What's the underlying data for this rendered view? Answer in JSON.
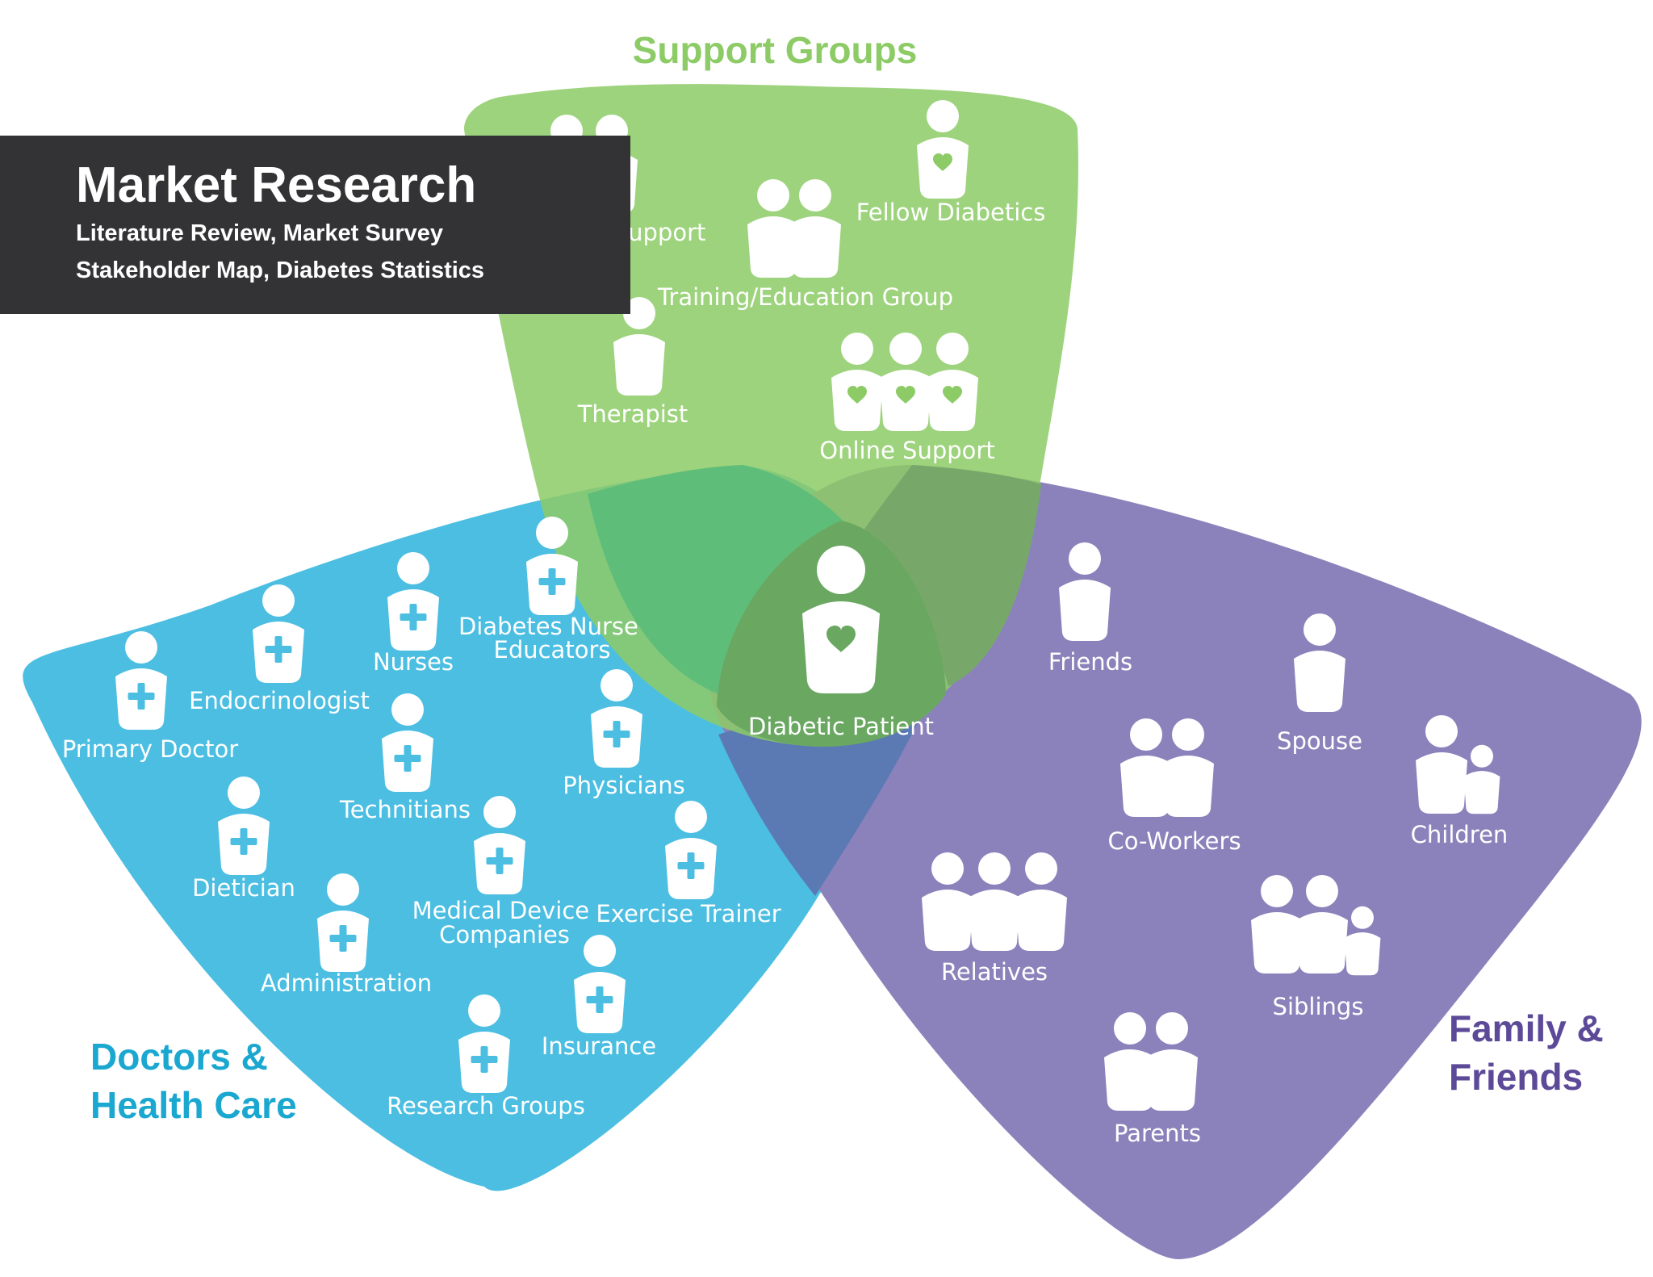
{
  "title": {
    "heading": "Market Research",
    "line1": "Literature Review, Market Survey",
    "line2": "Stakeholder Map, Diabetes Statistics"
  },
  "groups": {
    "support": "Support Groups",
    "doctors": [
      "Doctors &",
      "Health Care"
    ],
    "family": [
      "Family &",
      "Friends"
    ]
  },
  "colors": {
    "support": "#8dcb66",
    "doctors": "#4bbee2",
    "family": "#8c82bb",
    "overlap_center": "#6aa862",
    "doctors_heading": "#1aa7d0",
    "family_heading": "#5c4a98",
    "support_heading": "#8dcb66"
  },
  "center": {
    "label": "Diabetic Patient",
    "icon": "person-heart-icon"
  },
  "support_items": [
    {
      "label": "Diabetics Support",
      "icon": "two-people-heart-icon"
    },
    {
      "label": "Fellow Diabetics",
      "icon": "person-heart-icon"
    },
    {
      "label": "Training/Education Group",
      "icon": "two-people-icon"
    },
    {
      "label": "Therapist",
      "icon": "person-icon"
    },
    {
      "label": "Online Support",
      "icon": "three-people-heart-icon"
    }
  ],
  "doctor_items": [
    {
      "label": "Primary Doctor",
      "icon": "medical-person-icon"
    },
    {
      "label": "Endocrinologist",
      "icon": "medical-person-icon"
    },
    {
      "label": "Nurses",
      "icon": "medical-person-icon"
    },
    {
      "label": [
        "Diabetes Nurse",
        "Educators"
      ],
      "icon": "medical-person-icon"
    },
    {
      "label": "Technitians",
      "icon": "medical-person-icon"
    },
    {
      "label": "Physicians",
      "icon": "medical-person-icon"
    },
    {
      "label": "Dietician",
      "icon": "medical-person-icon"
    },
    {
      "label": [
        "Medical Device",
        "Companies"
      ],
      "icon": "medical-person-icon"
    },
    {
      "label": "Exercise Trainer",
      "icon": "medical-person-icon"
    },
    {
      "label": "Administration",
      "icon": "medical-person-icon"
    },
    {
      "label": "Insurance",
      "icon": "medical-person-icon"
    },
    {
      "label": "Research Groups",
      "icon": "medical-person-icon"
    }
  ],
  "family_items": [
    {
      "label": "Friends",
      "icon": "person-icon"
    },
    {
      "label": "Spouse",
      "icon": "person-icon"
    },
    {
      "label": "Co-Workers",
      "icon": "two-people-icon"
    },
    {
      "label": "Children",
      "icon": "adult-child-icon"
    },
    {
      "label": "Relatives",
      "icon": "three-people-icon"
    },
    {
      "label": "Siblings",
      "icon": "siblings-icon"
    },
    {
      "label": "Parents",
      "icon": "two-people-icon"
    }
  ]
}
